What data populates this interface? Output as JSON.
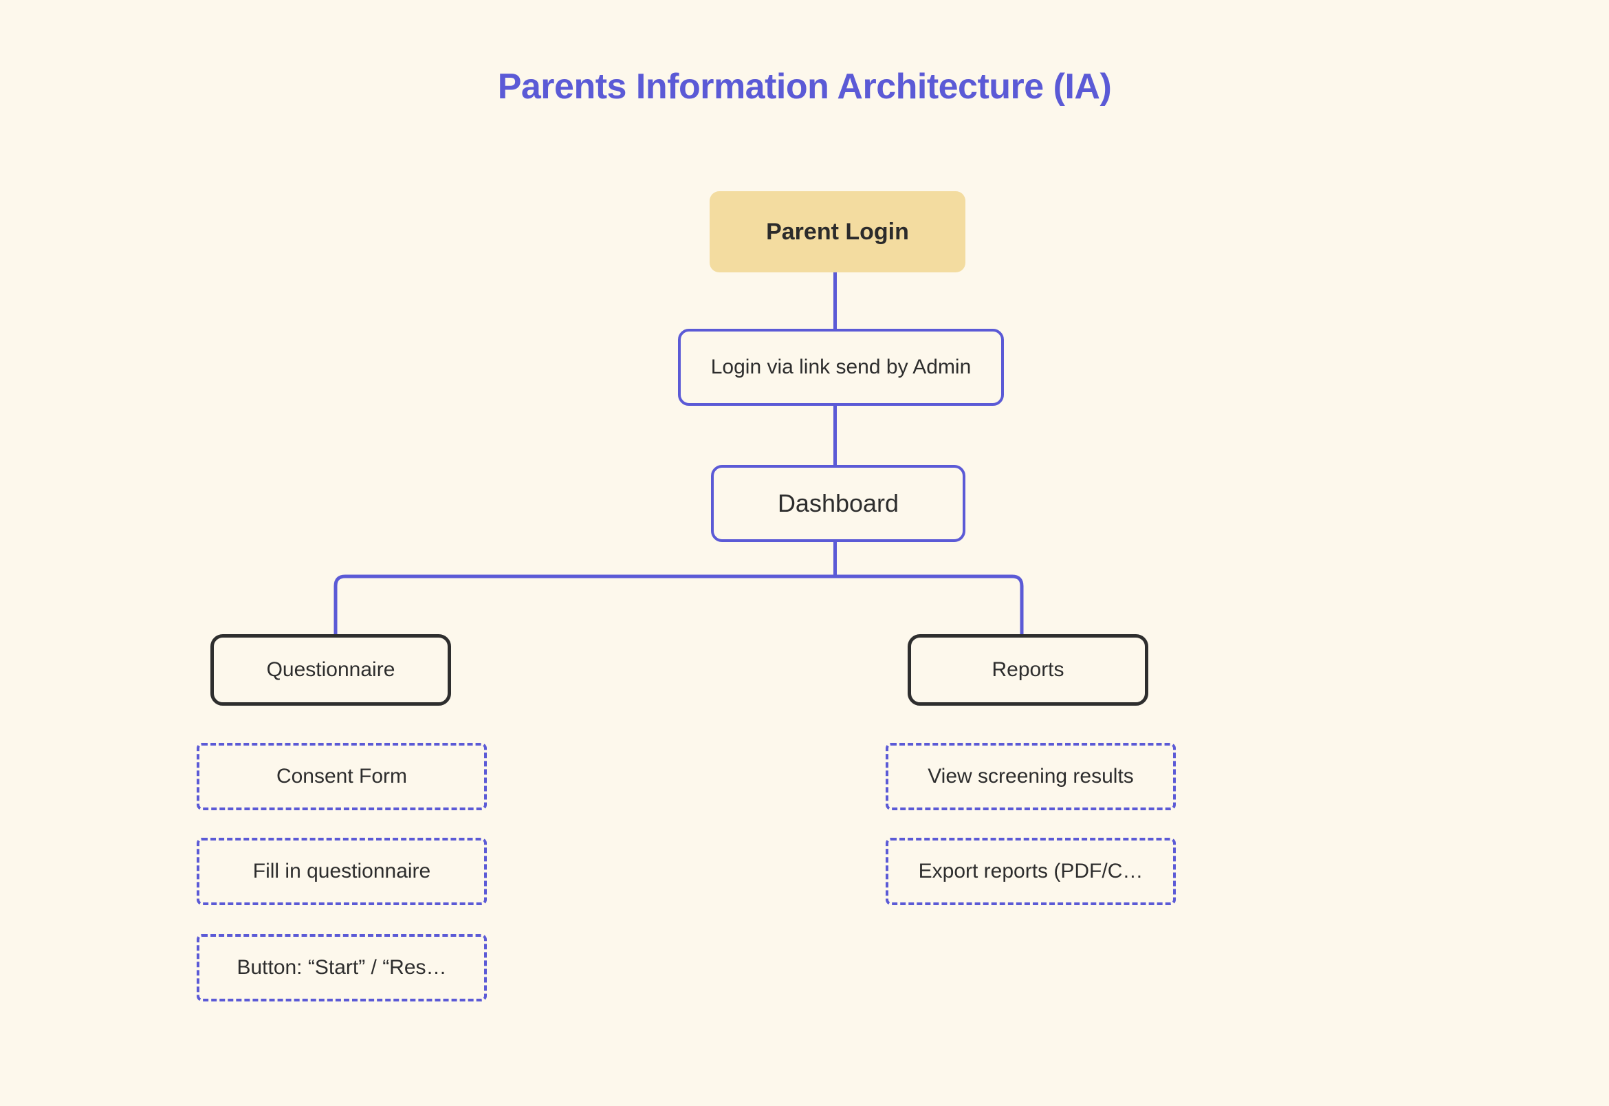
{
  "page": {
    "title": "Parents Information Architecture (IA)",
    "background_color": "#FDF8EC",
    "accent_color": "#5B5AD6",
    "root_fill_color": "#F3DCA0",
    "text_color": "#2D2D2D",
    "dark_border_color": "#2E2E2E"
  },
  "diagram": {
    "type": "information-architecture-tree",
    "nodes": {
      "root": {
        "label": "Parent Login",
        "style": "filled-yellow"
      },
      "login_link": {
        "label": "Login via link send by Admin",
        "style": "solid-purple"
      },
      "dashboard": {
        "label": "Dashboard",
        "style": "solid-purple"
      },
      "questionnaire": {
        "label": "Questionnaire",
        "style": "solid-dark"
      },
      "reports": {
        "label": "Reports",
        "style": "solid-dark"
      }
    },
    "questionnaire_children": [
      {
        "label": "Consent Form",
        "style": "dashed-purple",
        "truncated": false
      },
      {
        "label": "Fill in questionnaire",
        "style": "dashed-purple",
        "truncated": false
      },
      {
        "label": "Button: “Start” / “Res…",
        "style": "dashed-purple",
        "truncated": true
      }
    ],
    "reports_children": [
      {
        "label": "View screening results",
        "style": "dashed-purple",
        "truncated": false
      },
      {
        "label": "Export reports (PDF/C…",
        "style": "dashed-purple",
        "truncated": true
      }
    ]
  }
}
